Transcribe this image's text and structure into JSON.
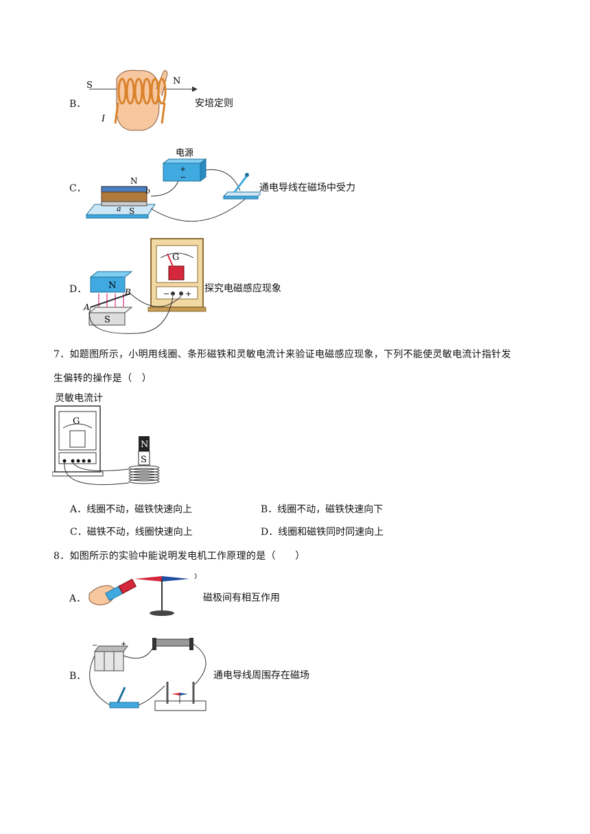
{
  "q6_options": {
    "B": {
      "letter": "B．",
      "caption": "安培定则",
      "labels": {
        "s": "S",
        "n": "N",
        "i": "I"
      }
    },
    "C": {
      "letter": "C．",
      "caption": "通电导线在磁场中受力",
      "labels": {
        "power": "电源",
        "plus": "+",
        "minus": "−",
        "n": "N",
        "s": "S",
        "a": "a",
        "b": "b"
      }
    },
    "D": {
      "letter": "D．",
      "caption": "探究电磁感应现象",
      "labels": {
        "g": "G",
        "n": "N",
        "s": "S",
        "a": "A",
        "b": "B",
        "minus": "−",
        "plus": "+"
      }
    }
  },
  "q7": {
    "line1": "7．如题图所示，小明用线圈、条形磁铁和灵敏电流计来验证电磁感应现象，下列不能使灵敏电流计指针发",
    "line2": "生偏转的操作是（　）",
    "figure": {
      "title": "灵敏电流计",
      "g": "G",
      "n": "N",
      "s": "S"
    },
    "options": [
      {
        "letter": "A．",
        "text": "线圈不动，磁铁快速向上"
      },
      {
        "letter": "B．",
        "text": "线圈不动，磁铁快速向下"
      },
      {
        "letter": "C．",
        "text": "磁铁不动，线圈快速向上"
      },
      {
        "letter": "D．",
        "text": "线圈和磁铁同时同速向上"
      }
    ]
  },
  "q8": {
    "line": "8．如图所示的实验中能说明发电机工作原理的是（　　）",
    "options": {
      "A": {
        "letter": "A．",
        "caption": "磁极间有相互作用"
      },
      "B": {
        "letter": "B．",
        "caption": "通电导线周围存在磁场",
        "labels": {
          "minus": "−",
          "plus": "+"
        }
      }
    }
  },
  "colors": {
    "orange": "#d9822b",
    "blue": "#3fa9e0",
    "red": "#d6283c",
    "brown": "#b07a3c",
    "pink": "#e0559a"
  }
}
